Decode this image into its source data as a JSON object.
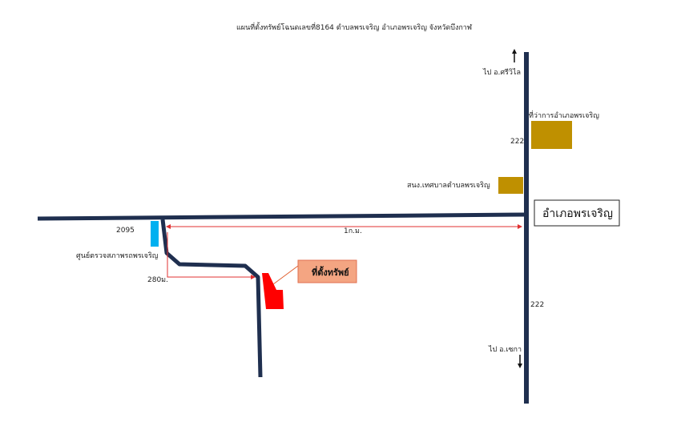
{
  "title": "แผนที่ตั้งทรัพย์โฉนดเลขที่8164 ตำบลพรเจริญ อำเภอพรเจริญ จังหวัดบึงกาฬ",
  "labels": {
    "to_srivilai": "ไป อ.ศรีวิไล",
    "district_office": "ที่ว่าการอำเภอพรเจริญ",
    "route_222_top": "222",
    "municipal_office": "สนง.เทศบาลตำบลพรเจริญ",
    "district_name": "อำเภอพรเจริญ",
    "route_2095": "2095",
    "distance_1km": "1ก.ม.",
    "inspection_center": "ศูนย์ตรวจสภาพรถพรเจริญ",
    "distance_280m": "280ม.",
    "property": "ที่ตั้งทรัพย์",
    "route_222_bottom": "222",
    "to_sekha": "ไป อ.เซกา"
  },
  "colors": {
    "road": "#1f2f4f",
    "building": "#bf9000",
    "inspection": "#00b0f0",
    "property": "#ff0000",
    "property_label_bg": "#f4a582",
    "dimension_line": "#e03030"
  }
}
